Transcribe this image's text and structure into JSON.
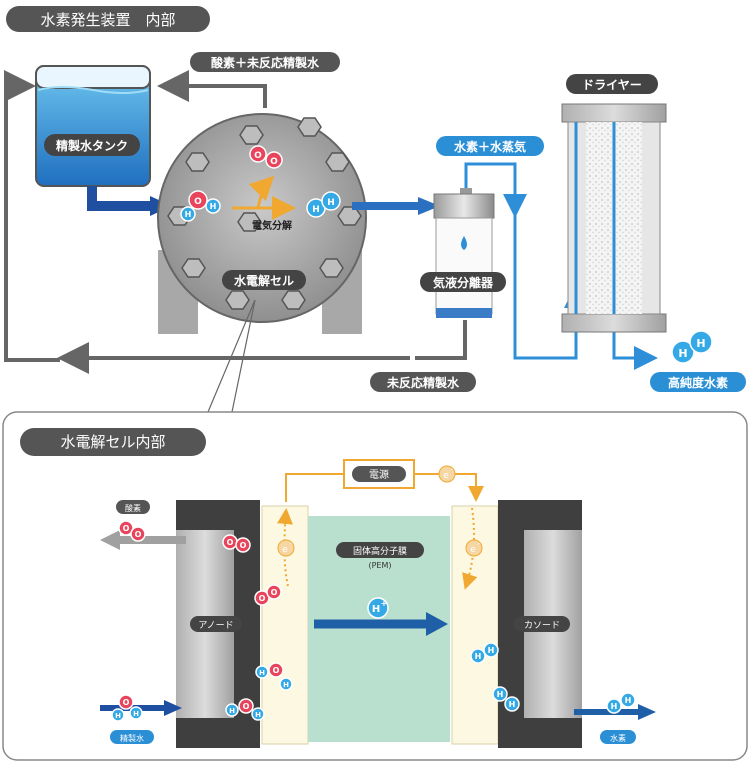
{
  "header": {
    "title": "水素発生装置　内部"
  },
  "top": {
    "tank": "精製水タンク",
    "cell": "水電解セル",
    "electrolysis": "電気分解",
    "separator": "気液分離器",
    "dryer": "ドライヤー",
    "oxygen_return": "酸素＋未反応精製水",
    "hydrogen_vapor": "水素＋水蒸気",
    "unreacted": "未反応精製水",
    "high_purity": "高純度水素"
  },
  "bottom": {
    "title": "水電解セル内部",
    "power": "電源",
    "pem": "固体高分子膜",
    "pem_sub": "(PEM)",
    "anode": "アノード",
    "cathode": "カソード",
    "oxygen": "酸素",
    "water": "精製水",
    "hydrogen": "水素"
  },
  "atoms": {
    "o": "O",
    "h": "H",
    "e": "e",
    "e_sup": "-",
    "h_sup": "+"
  },
  "colors": {
    "dark_label": "#555555",
    "blue_label": "#2b8fd6",
    "arrow_blue": "#1f5fa8",
    "arrow_light": "#2e8fd8",
    "orange": "#f0a830",
    "oxygen": "#e8445c",
    "hydrogen": "#35a9e6",
    "pem": "#b9e0cf"
  }
}
